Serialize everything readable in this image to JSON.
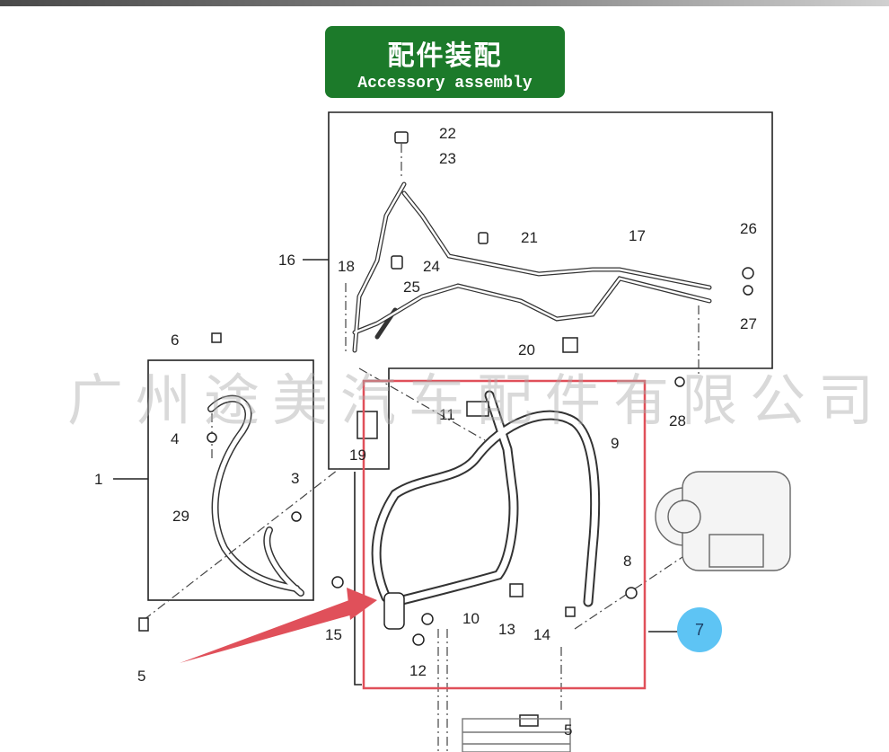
{
  "title": {
    "cn": "配件装配",
    "en": "Accessory assembly"
  },
  "watermark": "广州途美汽车配件有限公司",
  "callout": "7",
  "parts": [
    "22",
    "23",
    "21",
    "17",
    "26",
    "16",
    "18",
    "24",
    "25",
    "27",
    "6",
    "20",
    "28",
    "11",
    "9",
    "4",
    "1",
    "19",
    "3",
    "29",
    "8",
    "15",
    "10",
    "13",
    "14",
    "12",
    "5",
    "5"
  ],
  "colors": {
    "banner": "#1c7a2a",
    "highlight": "#e0505a",
    "callout": "#5ec4f4"
  }
}
